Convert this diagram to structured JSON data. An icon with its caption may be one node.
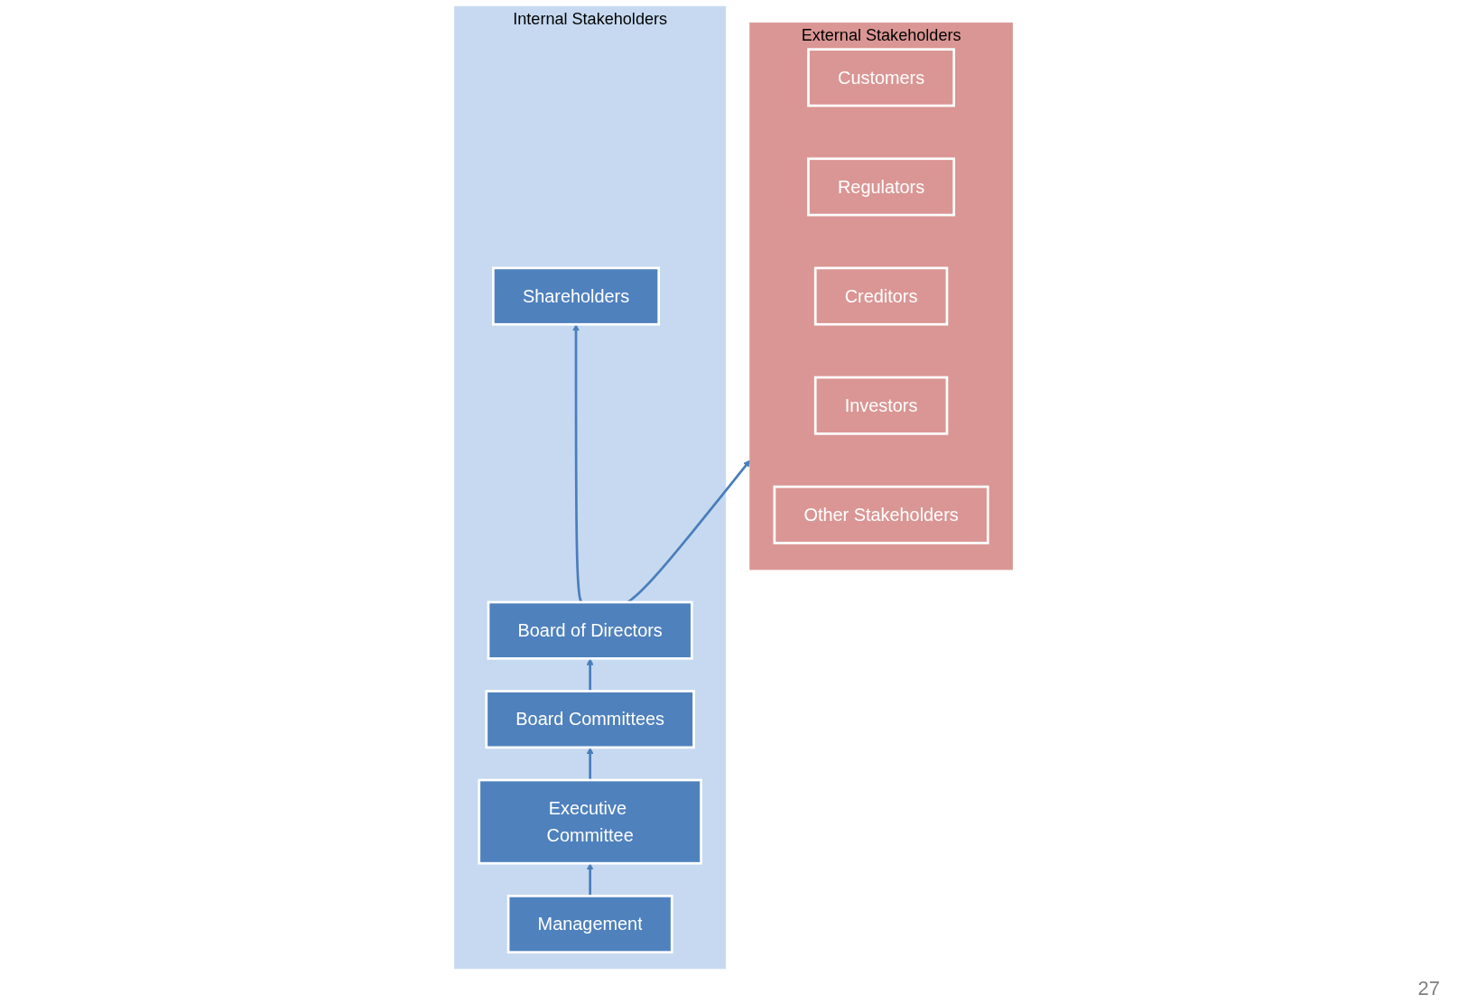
{
  "diagram": {
    "nodes": [
      {
        "text": [
          "Internal Stakeholders"
        ]
      },
      {
        "text": [
          "Shareholders"
        ],
        "in": 0
      },
      {
        "text": [
          "Board of Directors"
        ],
        "in": 0
      },
      {
        "text": [
          "Board Committees"
        ],
        "in": 0
      },
      {
        "text": [
          "Executive Committee"
        ],
        "in": 0
      },
      {
        "text": [
          "Management"
        ],
        "in": 0
      },
      {
        "text": [
          "External Stakeholders"
        ]
      },
      {
        "text": [
          "Customers"
        ],
        "in": 6
      },
      {
        "text": [
          "Regulators"
        ],
        "in": 6
      },
      {
        "text": [
          "Creditors"
        ],
        "in": 6
      },
      {
        "text": [
          "Investors"
        ],
        "in": 6
      },
      {
        "text": [
          "Other Stakeholders"
        ],
        "in": 6
      }
    ],
    "edges": [
      {
        "from": 2,
        "to": 1,
        "arrow": "to"
      },
      {
        "from": 3,
        "to": 2,
        "arrow": "to"
      },
      {
        "from": 4,
        "to": 3,
        "arrow": "to"
      },
      {
        "from": 5,
        "to": 4,
        "arrow": "to"
      },
      {
        "from": 2,
        "to": 6,
        "arrow": "to"
      }
    ],
    "labels": [
      "27"
    ]
  }
}
